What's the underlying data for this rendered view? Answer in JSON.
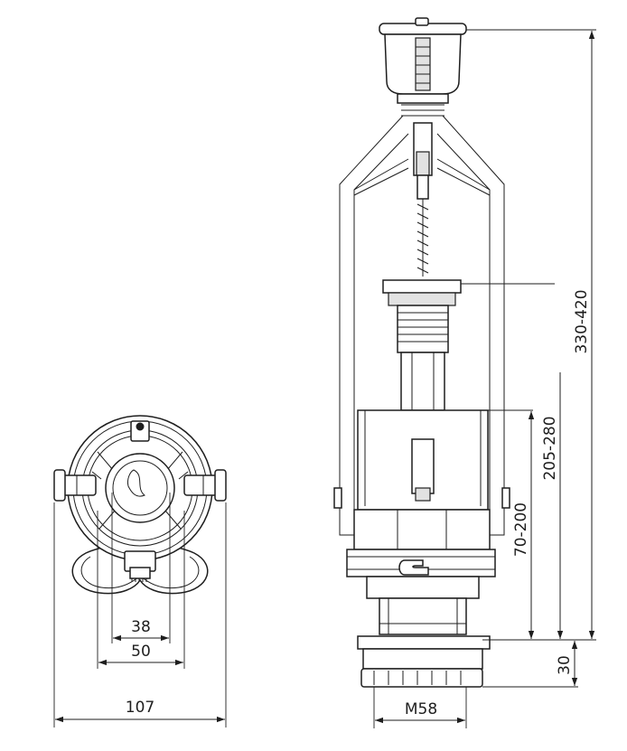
{
  "dimensions": {
    "top_view": {
      "d38": "38",
      "d50": "50",
      "d107": "107"
    },
    "side_view": {
      "total_height": "330-420",
      "overflow_height": "205-280",
      "float_height": "70-200",
      "base_height": "30",
      "thread": "M58"
    }
  },
  "colors": {
    "line": "#1e1e1e",
    "background": "#ffffff",
    "shade": "#e2e2e2"
  }
}
